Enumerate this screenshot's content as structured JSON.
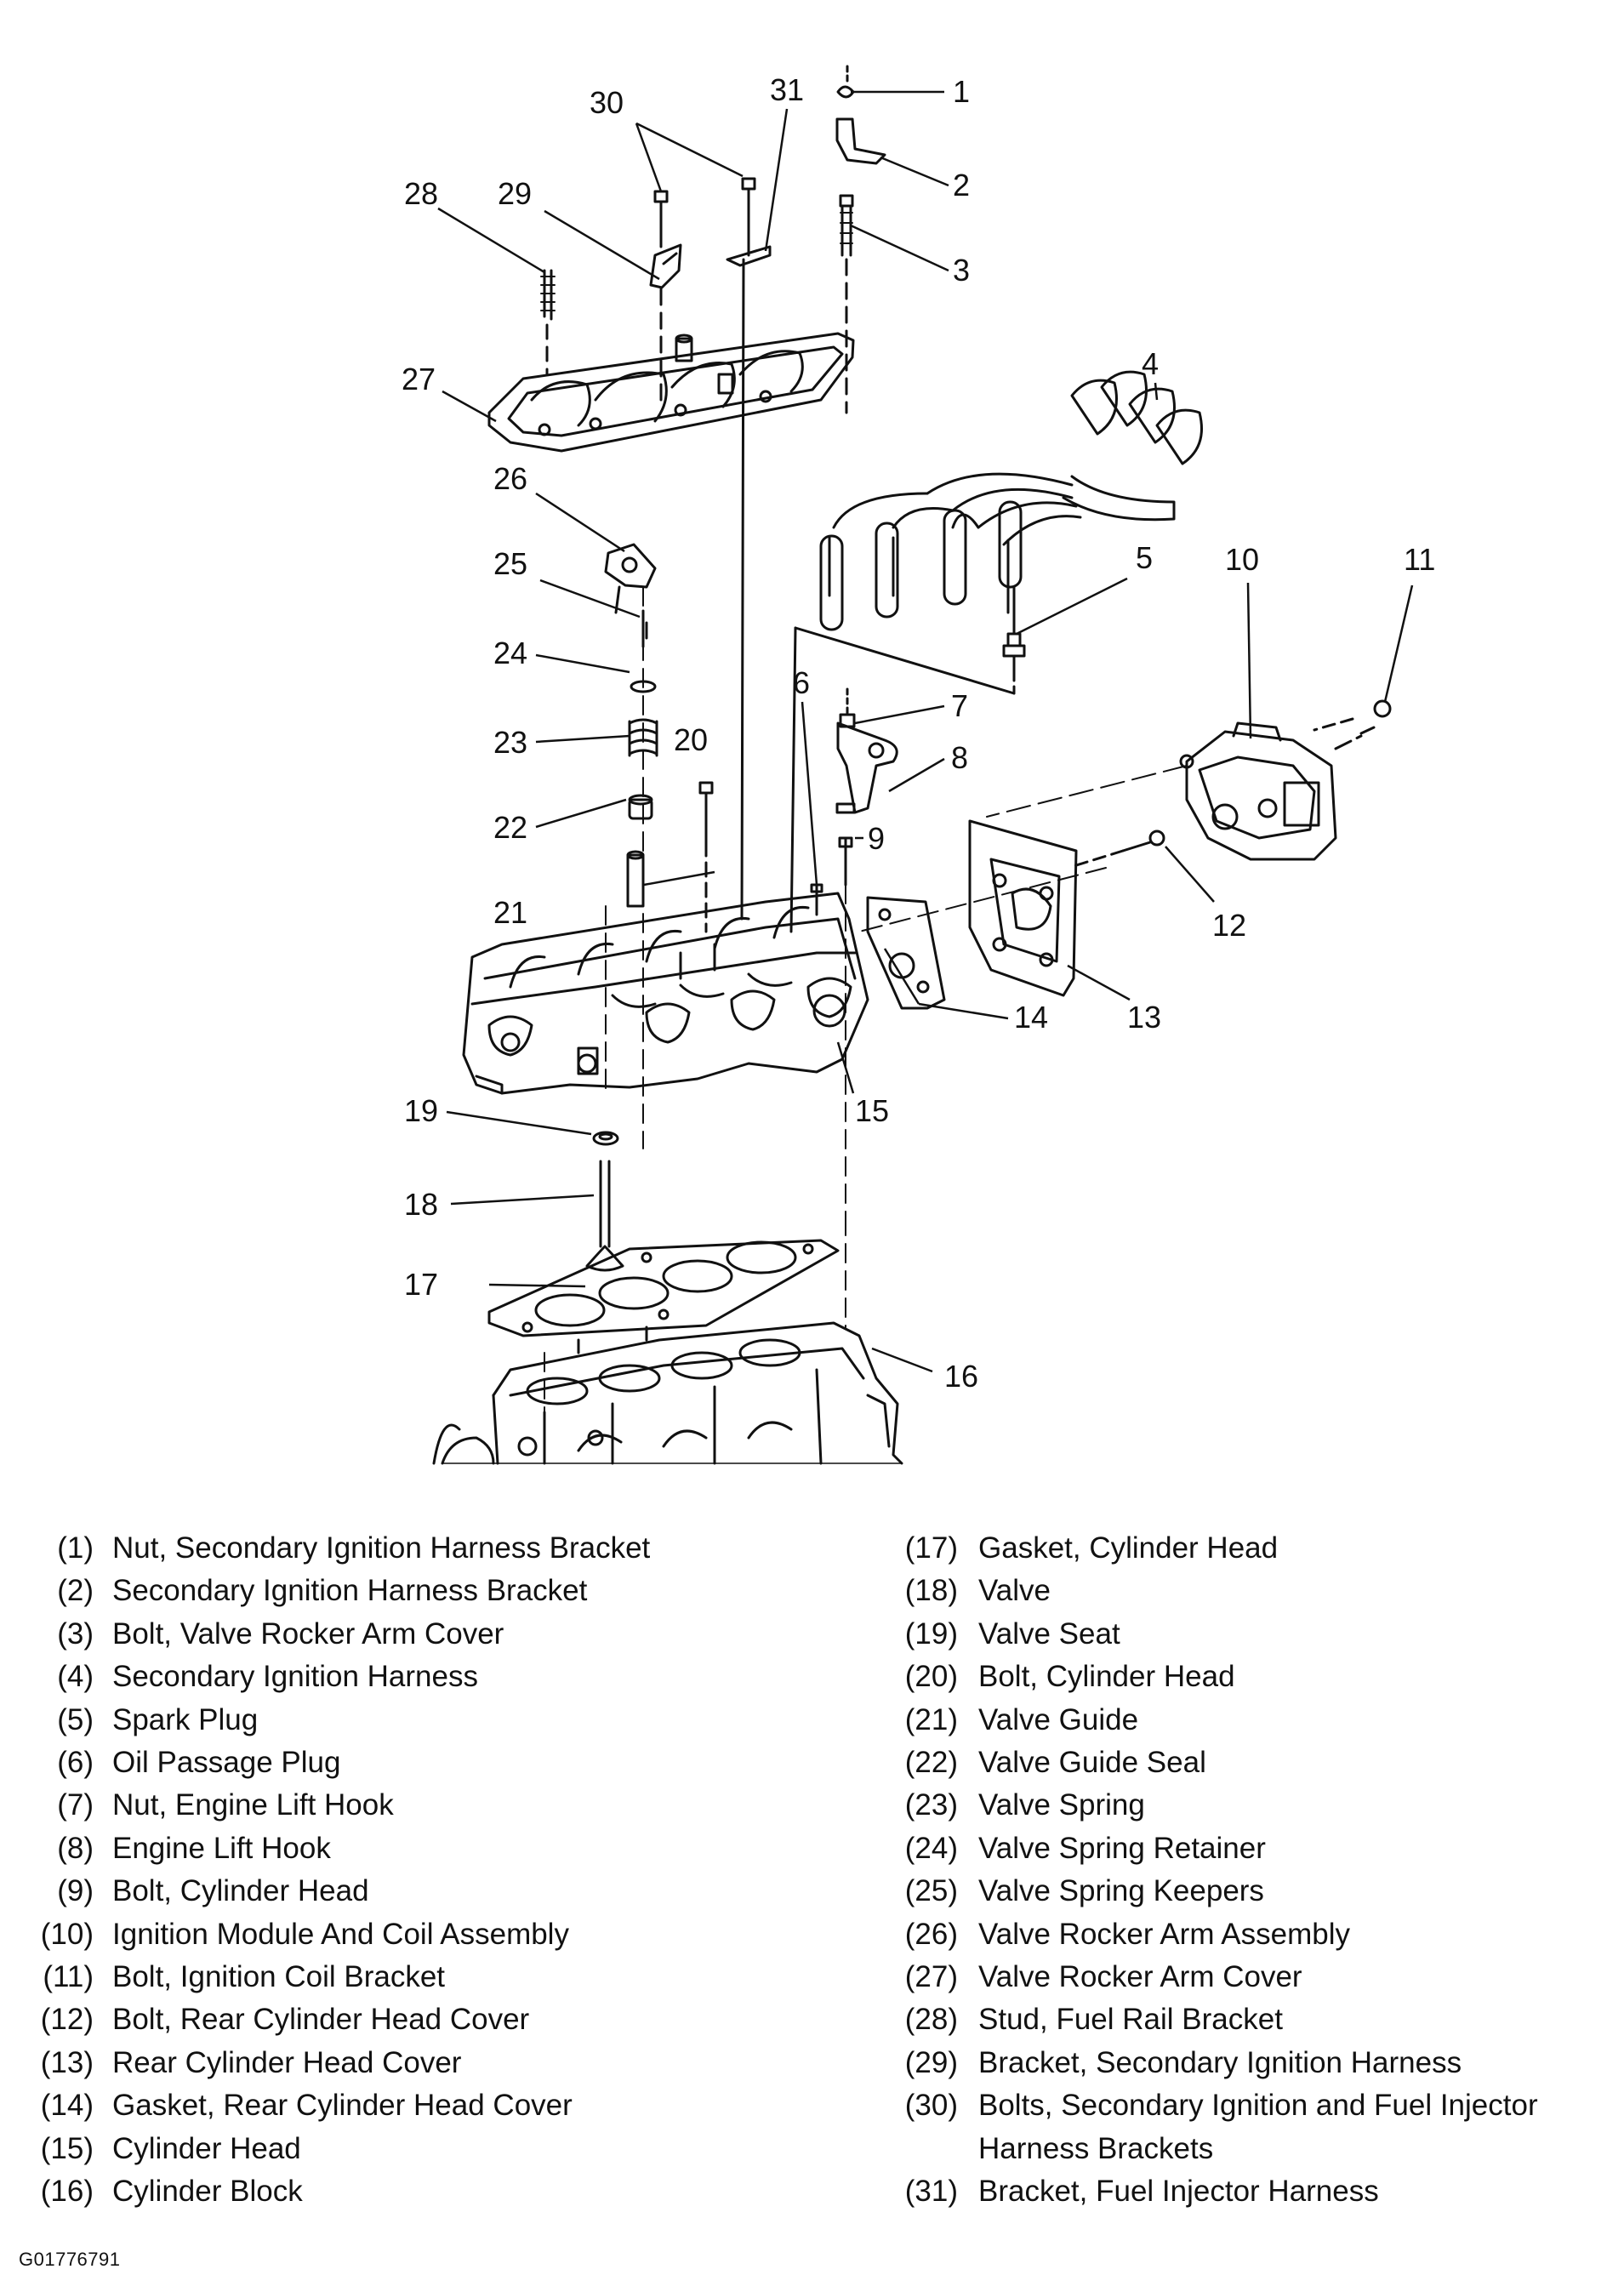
{
  "callouts": [
    "1",
    "2",
    "3",
    "4",
    "5",
    "6",
    "7",
    "8",
    "9",
    "10",
    "11",
    "12",
    "13",
    "14",
    "15",
    "16",
    "17",
    "18",
    "19",
    "20",
    "21",
    "22",
    "23",
    "24",
    "25",
    "26",
    "27",
    "28",
    "29",
    "30",
    "31"
  ],
  "legend": [
    {
      "num": "(1)",
      "text": "Nut, Secondary Ignition Harness Bracket"
    },
    {
      "num": "(2)",
      "text": "Secondary Ignition Harness Bracket"
    },
    {
      "num": "(3)",
      "text": "Bolt, Valve Rocker Arm Cover"
    },
    {
      "num": "(4)",
      "text": "Secondary Ignition Harness"
    },
    {
      "num": "(5)",
      "text": "Spark Plug"
    },
    {
      "num": "(6)",
      "text": "Oil Passage Plug"
    },
    {
      "num": "(7)",
      "text": "Nut, Engine Lift Hook"
    },
    {
      "num": "(8)",
      "text": "Engine Lift Hook"
    },
    {
      "num": "(9)",
      "text": "Bolt, Cylinder Head"
    },
    {
      "num": "(10)",
      "text": "Ignition Module And Coil Assembly"
    },
    {
      "num": "(11)",
      "text": "Bolt, Ignition Coil Bracket"
    },
    {
      "num": "(12)",
      "text": "Bolt, Rear Cylinder Head Cover"
    },
    {
      "num": "(13)",
      "text": "Rear Cylinder Head Cover"
    },
    {
      "num": "(14)",
      "text": "Gasket, Rear Cylinder Head Cover"
    },
    {
      "num": "(15)",
      "text": "Cylinder Head"
    },
    {
      "num": "(16)",
      "text": "Cylinder Block"
    },
    {
      "num": "(17)",
      "text": "Gasket, Cylinder Head"
    },
    {
      "num": "(18)",
      "text": "Valve"
    },
    {
      "num": "(19)",
      "text": "Valve Seat"
    },
    {
      "num": "(20)",
      "text": "Bolt, Cylinder Head"
    },
    {
      "num": "(21)",
      "text": "Valve Guide"
    },
    {
      "num": "(22)",
      "text": "Valve Guide Seal"
    },
    {
      "num": "(23)",
      "text": "Valve Spring"
    },
    {
      "num": "(24)",
      "text": "Valve Spring Retainer"
    },
    {
      "num": "(25)",
      "text": "Valve Spring Keepers"
    },
    {
      "num": "(26)",
      "text": "Valve Rocker Arm Assembly"
    },
    {
      "num": "(27)",
      "text": "Valve Rocker Arm Cover"
    },
    {
      "num": "(28)",
      "text": "Stud, Fuel Rail Bracket"
    },
    {
      "num": "(29)",
      "text": "Bracket, Secondary Ignition Harness"
    },
    {
      "num": "(30)",
      "text": "Bolts, Secondary Ignition and Fuel Injector\nHarness Brackets"
    },
    {
      "num": "(31)",
      "text": "Bracket, Fuel Injector Harness"
    }
  ],
  "figure_id": "G01776791"
}
